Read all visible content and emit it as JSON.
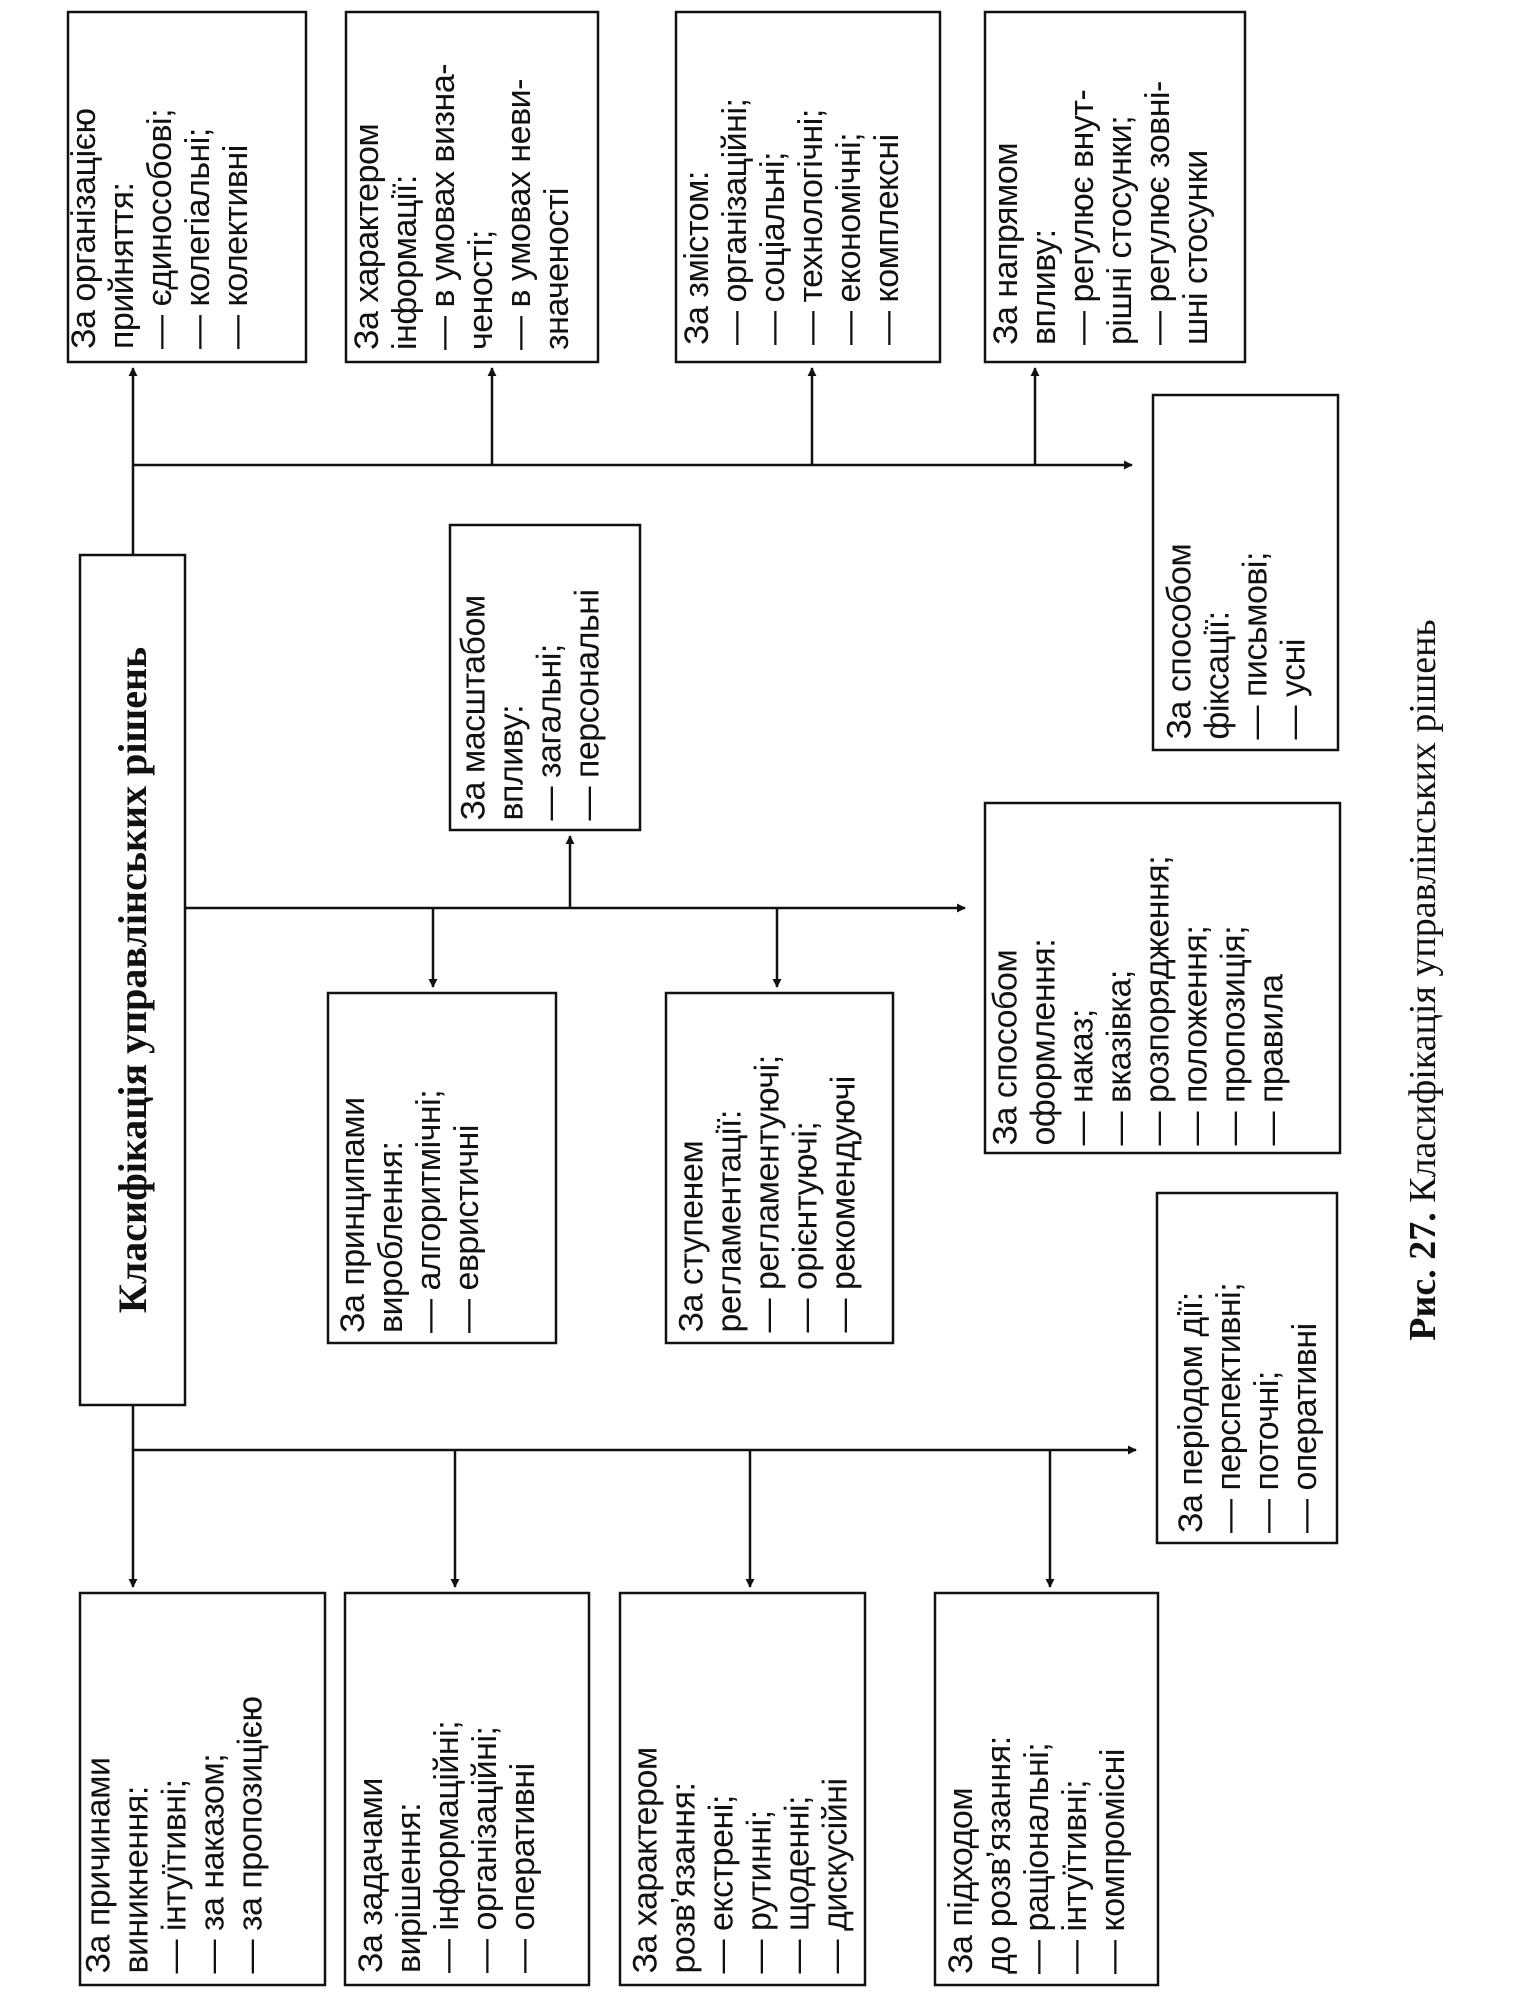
{
  "main": {
    "title": "Класифікація управлінських рішень"
  },
  "boxes": {
    "organization": [
      "За організацією",
      "прийняття:",
      "— єдинособові;",
      "— колегіальні;",
      "— колективні"
    ],
    "info_character": [
      "За характером",
      "інформації:",
      "— в умовах визна-",
      "ченості;",
      "— в умовах неви-",
      "значеності"
    ],
    "content": [
      "За змістом:",
      "— організаційні;",
      "— соціальні;",
      "— технологічні;",
      "— економічні;",
      "— комплексні"
    ],
    "direction": [
      "За напрямом",
      "впливу:",
      "— регулює внут-",
      "рішні стосунки;",
      "— регулює зовні-",
      "шні стосунки"
    ],
    "fixation": [
      "За способом",
      "фіксації:",
      "— письмові;",
      "— усні"
    ],
    "scale": [
      "За масштабом",
      "впливу:",
      "— загальні;",
      "— персональні"
    ],
    "formalization": [
      "За способом",
      "оформлення:",
      "— наказ;",
      "— вказівка;",
      "— розпорядження;",
      "— положення;",
      "— пропозиція;",
      "— правила"
    ],
    "principles": [
      "За принципами",
      "вироблення:",
      "— алгоритмічні;",
      "— евристичні"
    ],
    "regulation": [
      "За ступенем",
      "регламентації:",
      "— регламентуючі;",
      "— орієнтуючі;",
      "— рекомендуючі"
    ],
    "period": [
      "За періодом дії:",
      "— перспективні;",
      "— поточні;",
      "— оперативні"
    ],
    "causes": [
      "За причинами",
      "виникнення:",
      "— інтуїтивні;",
      "— за наказом;",
      "— за пропозицією"
    ],
    "tasks": [
      "За задачами",
      "вирішення:",
      "— інформаційні;",
      "— організаційні;",
      "— оперативні"
    ],
    "solution_character": [
      "За характером",
      "розв’язання:",
      "— екстрені;",
      "— рутинні;",
      "— щоденні;",
      "— дискусійні"
    ],
    "approach": [
      "За підходом",
      "до розв’язання:",
      "— раціональні;",
      "— інтуїтивні;",
      "— компромісні"
    ]
  },
  "caption": {
    "prefix": "Рис. 27.",
    "text": " Класифікація управлінських рішень"
  }
}
